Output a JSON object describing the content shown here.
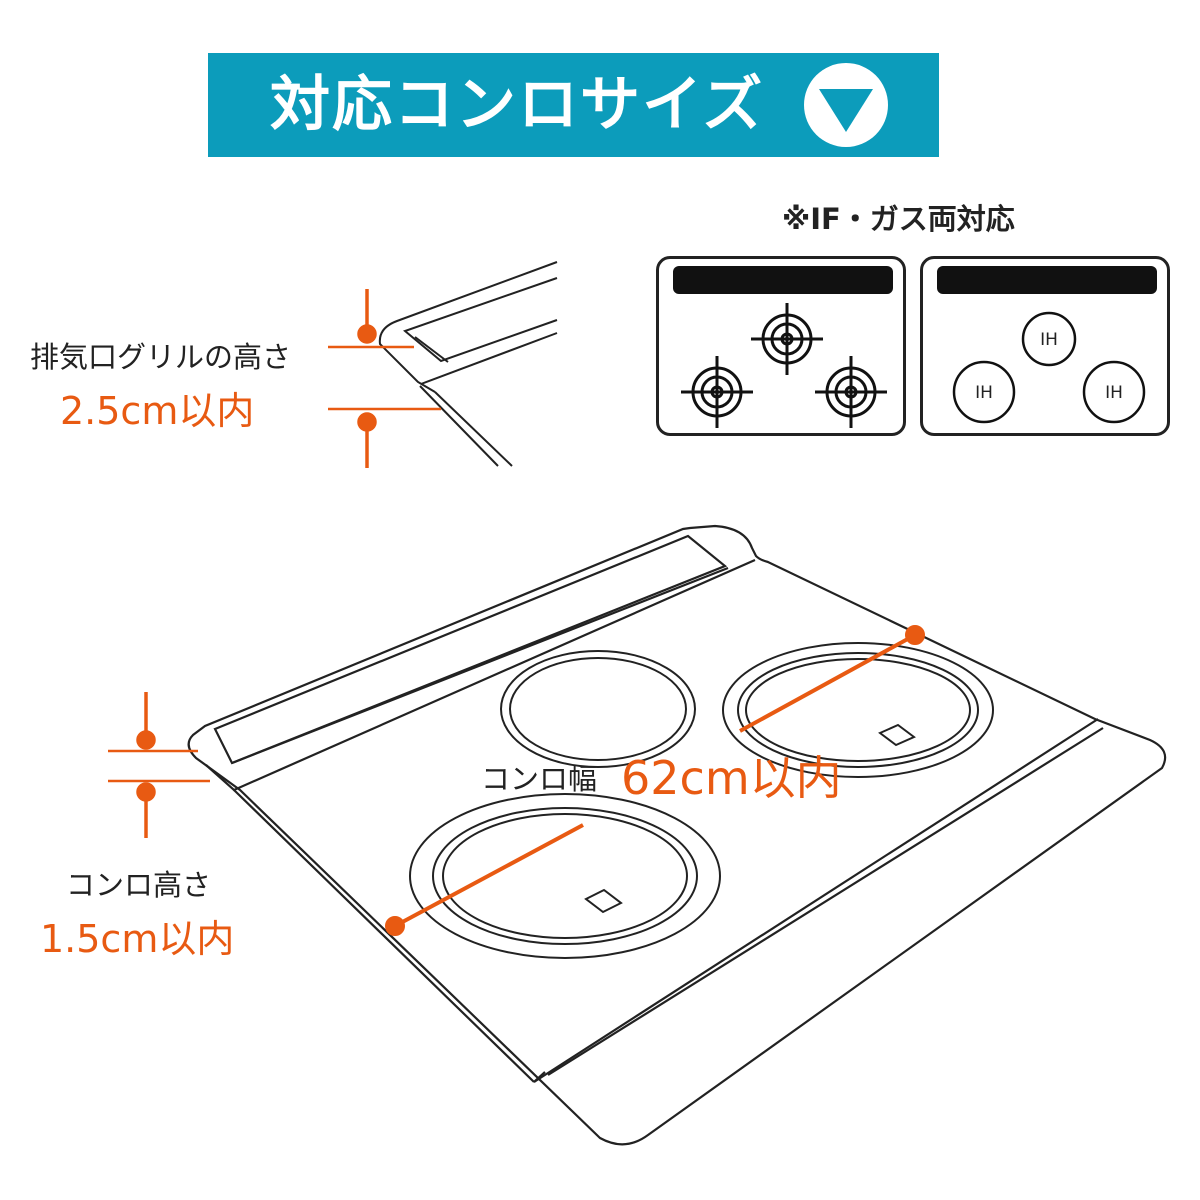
{
  "banner": {
    "title": "対応コンロサイズ",
    "icon": "down-triangle-circle-icon"
  },
  "compat_note": "※IF・ガス両対応",
  "gas_panel": {
    "burner_icon": "gas-burner-icon",
    "burner_count": 3
  },
  "ih_panel": {
    "burner_labels": [
      "IH",
      "IH",
      "IH"
    ]
  },
  "grill_height": {
    "label": "排気口グリルの高さ",
    "value": "2.5cm以内"
  },
  "stove_width": {
    "label": "コンロ幅",
    "value": "62cm以内"
  },
  "stove_height": {
    "label": "コンロ高さ",
    "value": "1.5cm以内"
  },
  "colors": {
    "banner": "#0c9cbb",
    "accent": "#e85a12",
    "line": "#222222"
  }
}
